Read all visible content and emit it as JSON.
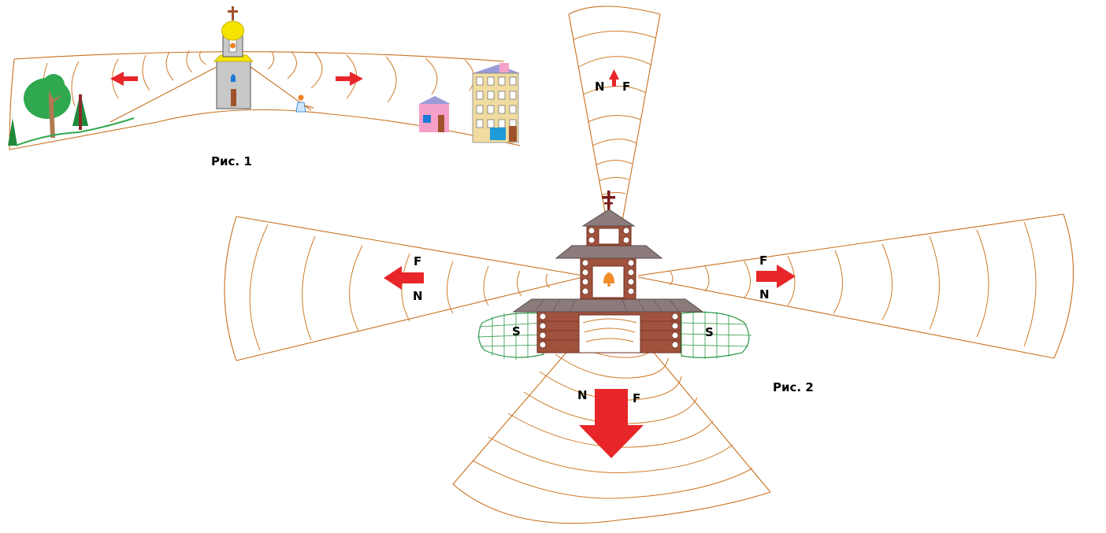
{
  "fig1": {
    "caption": "Рис. 1"
  },
  "fig2": {
    "caption": "Рис. 2",
    "labels": {
      "top_n": "N",
      "top_f": "F",
      "left_f": "F",
      "left_n": "N",
      "right_f": "F",
      "right_n": "N",
      "bottom_n": "N",
      "bottom_f": "F",
      "left_s": "S",
      "right_s": "S"
    }
  },
  "colors": {
    "contour": "#c8701e",
    "arrow": "#e8262a",
    "log_wall": "#a0523d",
    "roof": "#8c7b7b",
    "grid_green": "#2e9a4a",
    "dome": "#f5e400"
  },
  "icons": [
    "cross-icon",
    "bell-icon",
    "church-icon",
    "tree-icon",
    "house-icon",
    "person-icon"
  ]
}
